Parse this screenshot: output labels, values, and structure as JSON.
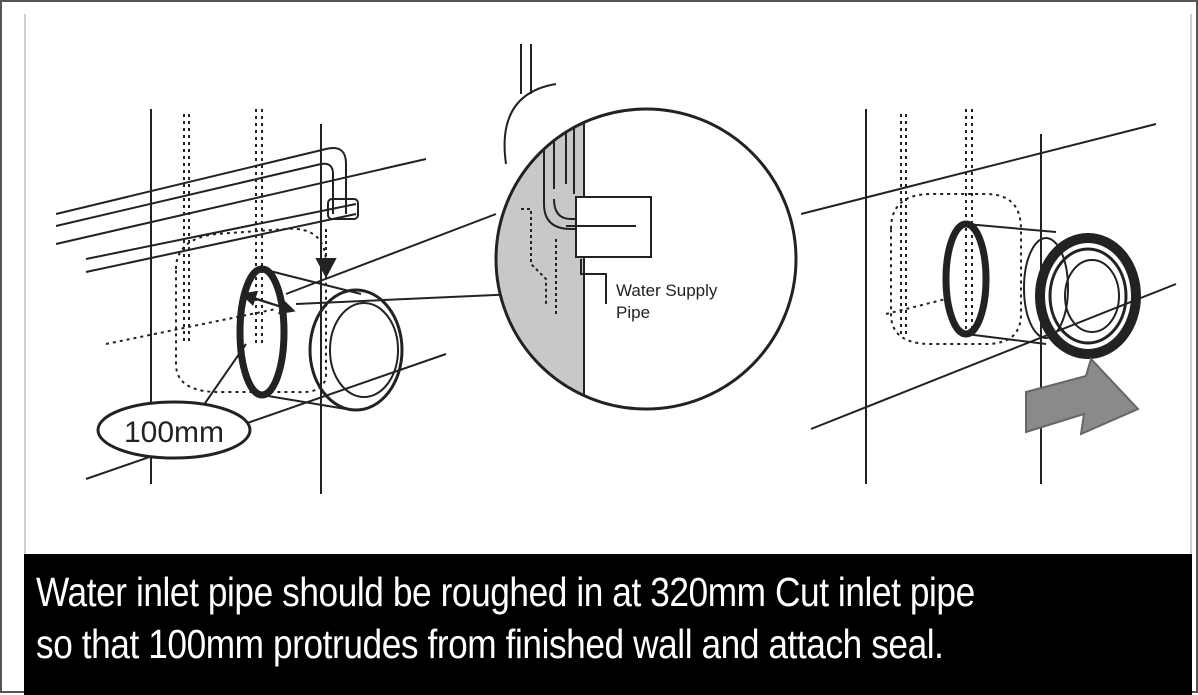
{
  "labels": {
    "dimension": "100mm",
    "supply_pipe_line1": "Water Supply",
    "supply_pipe_line2": "Pipe"
  },
  "caption": {
    "line1": "Water inlet pipe should be roughed in at 320mm   Cut inlet pipe",
    "line2": "so that 100mm protrudes from finished wall and attach seal."
  },
  "icons": {
    "push_arrow": "push-arrow-icon",
    "down_arrow": "down-arrow-icon"
  },
  "colors": {
    "caption_background": "#000000",
    "caption_text": "#ffffff",
    "line_art": "#222222",
    "wall_fill": "#c8c8c8",
    "arrow_fill": "#8a8a8a"
  }
}
